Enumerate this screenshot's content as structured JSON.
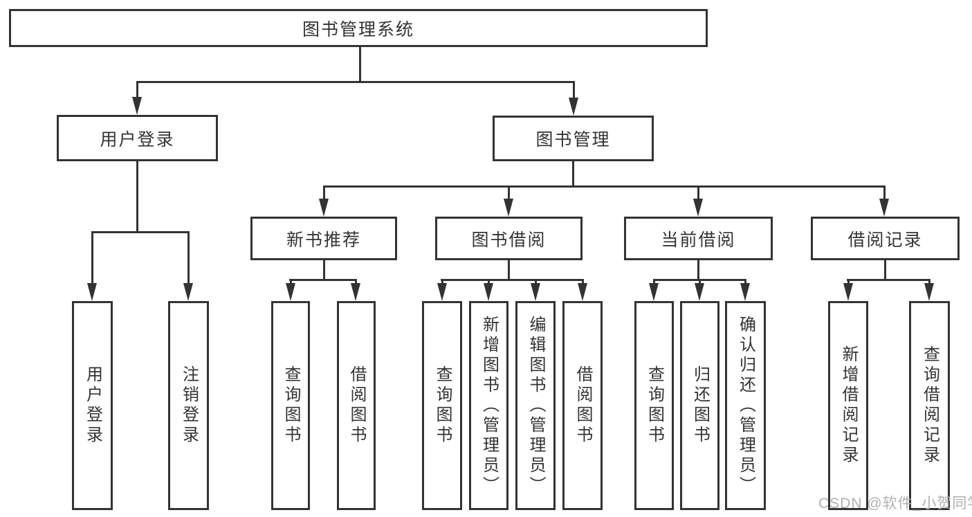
{
  "diagram": {
    "root": "图书管理系统",
    "user_login": {
      "label": "用户登录",
      "children": [
        "用户登录",
        "注销登录"
      ]
    },
    "book_mgmt": {
      "label": "图书管理",
      "sections": {
        "new_book": {
          "label": "新书推荐",
          "children": [
            "查询图书",
            "借阅图书"
          ]
        },
        "book_borrow": {
          "label": "图书借阅",
          "children": [
            "查询图书",
            "新增图书（管理员）",
            "编辑图书（管理员）",
            "借阅图书"
          ]
        },
        "current_borrow": {
          "label": "当前借阅",
          "children": [
            "查询图书",
            "归还图书",
            "确认归还（管理员）"
          ]
        },
        "borrow_record": {
          "label": "借阅记录",
          "children": [
            "新增借阅记录",
            "查询借阅记录"
          ]
        }
      }
    },
    "watermark": "CSDN @软件_小贺同学",
    "colors": {
      "line": "#333333",
      "box_background": "#ffffff",
      "text": "#333333",
      "watermark": "#b0b0b0"
    }
  }
}
